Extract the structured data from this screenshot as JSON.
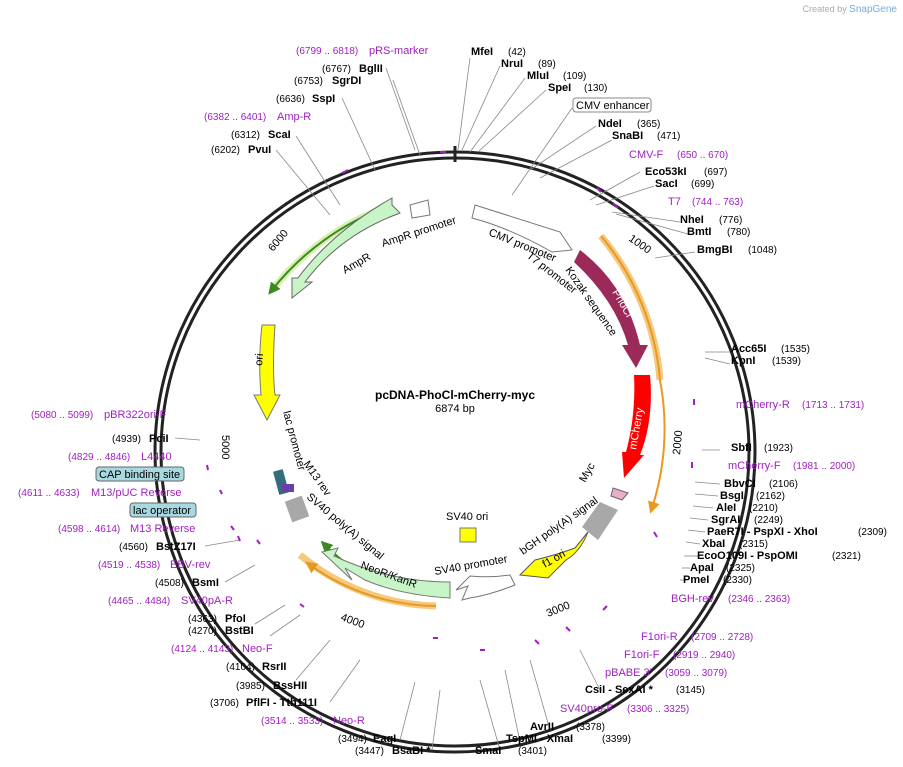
{
  "credit": {
    "prefix": "Created by",
    "brand": "SnapGene"
  },
  "plasmid": {
    "name": "pcDNA-PhoCl-mCherry-myc",
    "size": "6874 bp"
  },
  "ticks": [
    "1000",
    "2000",
    "3000",
    "4000",
    "5000",
    "6000"
  ],
  "features": [
    {
      "name": "CMV enhancer",
      "text": "CMV enhancer"
    },
    {
      "name": "CMV promoter",
      "text": "CMV promoter"
    },
    {
      "name": "T7 promoter",
      "text": "T7 promoter"
    },
    {
      "name": "Kozak sequence",
      "text": "Kozak sequence"
    },
    {
      "name": "PhoCl",
      "text": "PhoCl",
      "color": "#9b2a5b"
    },
    {
      "name": "mCherry",
      "text": "mCherry",
      "color": "#ff0000"
    },
    {
      "name": "Myc",
      "text": "Myc"
    },
    {
      "name": "bGH poly(A) signal",
      "text": "bGH poly(A) signal"
    },
    {
      "name": "f1 ori",
      "text": "f1 ori",
      "color": "#ffff00"
    },
    {
      "name": "SV40 promoter",
      "text": "SV40 promoter"
    },
    {
      "name": "SV40 ori",
      "text": "SV40 ori"
    },
    {
      "name": "NeoR/KanR",
      "text": "NeoR/KanR",
      "color": "#c8f5c8"
    },
    {
      "name": "SV40 poly(A) signal",
      "text": "SV40 poly(A) signal"
    },
    {
      "name": "M13 rev",
      "text": "M13 rev"
    },
    {
      "name": "lac promoter",
      "text": "lac promoter"
    },
    {
      "name": "ori",
      "text": "ori",
      "color": "#ffff00"
    },
    {
      "name": "AmpR",
      "text": "AmpR",
      "color": "#c8f5c8"
    },
    {
      "name": "AmpR promoter",
      "text": "AmpR promoter"
    },
    {
      "name": "CAP binding site",
      "text": "CAP binding site",
      "color": "#a8d8e0"
    },
    {
      "name": "lac operator",
      "text": "lac operator",
      "color": "#a8d8e0"
    }
  ],
  "sites": [
    {
      "name": "MfeI",
      "pos": "(42)"
    },
    {
      "name": "NruI",
      "pos": "(89)"
    },
    {
      "name": "MluI",
      "pos": "(109)"
    },
    {
      "name": "SpeI",
      "pos": "(130)"
    },
    {
      "name": "NdeI",
      "pos": "(365)"
    },
    {
      "name": "SnaBI",
      "pos": "(471)"
    },
    {
      "name": "Eco53kI",
      "pos": "(697)"
    },
    {
      "name": "SacI",
      "pos": "(699)"
    },
    {
      "name": "NheI",
      "pos": "(776)"
    },
    {
      "name": "BmtI",
      "pos": "(780)"
    },
    {
      "name": "BmgBI",
      "pos": "(1048)"
    },
    {
      "name": "Acc65I",
      "pos": "(1535)"
    },
    {
      "name": "KpnI",
      "pos": "(1539)"
    },
    {
      "name": "SbfI",
      "pos": "(1923)"
    },
    {
      "name": "BbvCI",
      "pos": "(2106)"
    },
    {
      "name": "BsgI",
      "pos": "(2162)"
    },
    {
      "name": "AleI",
      "pos": "(2210)"
    },
    {
      "name": "SgrAI",
      "pos": "(2249)"
    },
    {
      "name": "PaeR7I - PspXI - XhoI",
      "pos": "(2309)"
    },
    {
      "name": "XbaI",
      "pos": "(2315)"
    },
    {
      "name": "EcoO109I - PspOMI",
      "pos": "(2321)"
    },
    {
      "name": "ApaI",
      "pos": "(2325)"
    },
    {
      "name": "PmeI",
      "pos": "(2330)"
    },
    {
      "name": "CsiI - SexAI *",
      "pos": "(3145)"
    },
    {
      "name": "AvrII",
      "pos": "(3378)"
    },
    {
      "name": "TspMI - XmaI",
      "pos": "(3399)"
    },
    {
      "name": "SmaI",
      "pos": "(3401)"
    },
    {
      "name": "EagI",
      "pos": "(3494)"
    },
    {
      "name": "BsaBI *",
      "pos": "(3447)"
    },
    {
      "name": "PflFI - Tth111I",
      "pos": "(3706)"
    },
    {
      "name": "BssHII",
      "pos": "(3985)"
    },
    {
      "name": "RsrII",
      "pos": "(4104)"
    },
    {
      "name": "PfoI",
      "pos": "(4363)"
    },
    {
      "name": "BstBI",
      "pos": "(4270)"
    },
    {
      "name": "BsmI",
      "pos": "(4508)"
    },
    {
      "name": "BstZ17I",
      "pos": "(4560)"
    },
    {
      "name": "PciI",
      "pos": "(4939)"
    },
    {
      "name": "PvuI",
      "pos": "(6202)"
    },
    {
      "name": "ScaI",
      "pos": "(6312)"
    },
    {
      "name": "SspI",
      "pos": "(6636)"
    },
    {
      "name": "SgrDI",
      "pos": "(6753)"
    },
    {
      "name": "BglII",
      "pos": "(6767)"
    }
  ],
  "primers": [
    {
      "name": "pRS-marker",
      "pos": "(6799 .. 6818)"
    },
    {
      "name": "Amp-R",
      "pos": "(6382 .. 6401)"
    },
    {
      "name": "CMV-F",
      "pos": "(650 .. 670)"
    },
    {
      "name": "T7",
      "pos": "(744 .. 763)"
    },
    {
      "name": "mCherry-R",
      "pos": "(1713 .. 1731)"
    },
    {
      "name": "mCherry-F",
      "pos": "(1981 .. 2000)"
    },
    {
      "name": "BGH-rev",
      "pos": "(2346 .. 2363)"
    },
    {
      "name": "F1ori-R",
      "pos": "(2709 .. 2728)"
    },
    {
      "name": "F1ori-F",
      "pos": "(2919 .. 2940)"
    },
    {
      "name": "pBABE 3'",
      "pos": "(3059 .. 3079)"
    },
    {
      "name": "SV40pro-F",
      "pos": "(3306 .. 3325)"
    },
    {
      "name": "Neo-R",
      "pos": "(3514 .. 3533)"
    },
    {
      "name": "Neo-F",
      "pos": "(4124 .. 4143)"
    },
    {
      "name": "SV40pA-R",
      "pos": "(4465 .. 4484)"
    },
    {
      "name": "EBV-rev",
      "pos": "(4519 .. 4538)"
    },
    {
      "name": "M13 Reverse",
      "pos": "(4598 .. 4614)"
    },
    {
      "name": "M13/pUC Reverse",
      "pos": "(4611 .. 4633)"
    },
    {
      "name": "L4440",
      "pos": "(4829 .. 4846)"
    },
    {
      "name": "pBR322ori-F",
      "pos": "(5080 .. 5099)"
    }
  ]
}
